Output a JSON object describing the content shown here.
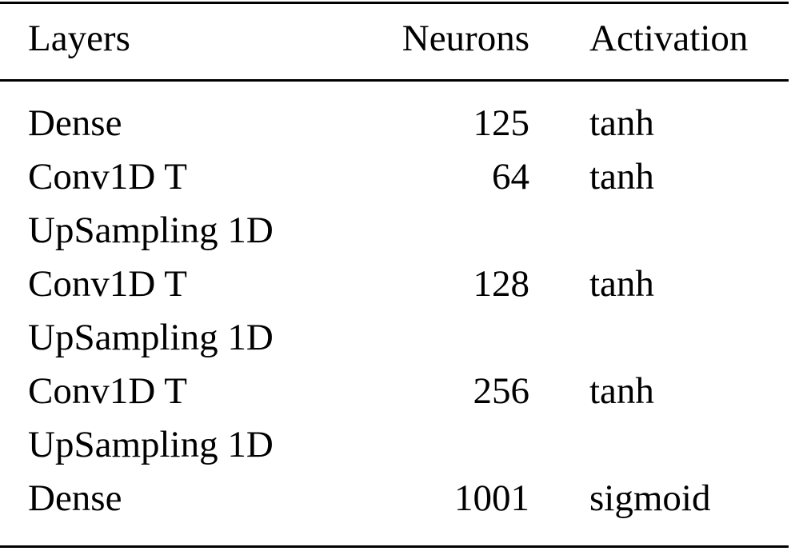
{
  "table": {
    "columns": [
      {
        "key": "layer",
        "label": "Layers",
        "align": "left"
      },
      {
        "key": "neurons",
        "label": "Neurons",
        "align": "right"
      },
      {
        "key": "activation",
        "label": "Activation",
        "align": "left"
      }
    ],
    "rows": [
      {
        "layer": "Dense",
        "neurons": "125",
        "activation": "tanh"
      },
      {
        "layer": "Conv1D T",
        "neurons": "64",
        "activation": "tanh"
      },
      {
        "layer": "UpSampling 1D",
        "neurons": "",
        "activation": ""
      },
      {
        "layer": "Conv1D T",
        "neurons": "128",
        "activation": "tanh"
      },
      {
        "layer": "UpSampling 1D",
        "neurons": "",
        "activation": ""
      },
      {
        "layer": "Conv1D T",
        "neurons": "256",
        "activation": "tanh"
      },
      {
        "layer": "UpSampling 1D",
        "neurons": "",
        "activation": ""
      },
      {
        "layer": "Dense",
        "neurons": "1001",
        "activation": "sigmoid"
      }
    ]
  },
  "style": {
    "text_color": "#000000",
    "background_color": "#ffffff",
    "rule_color": "#000000"
  }
}
